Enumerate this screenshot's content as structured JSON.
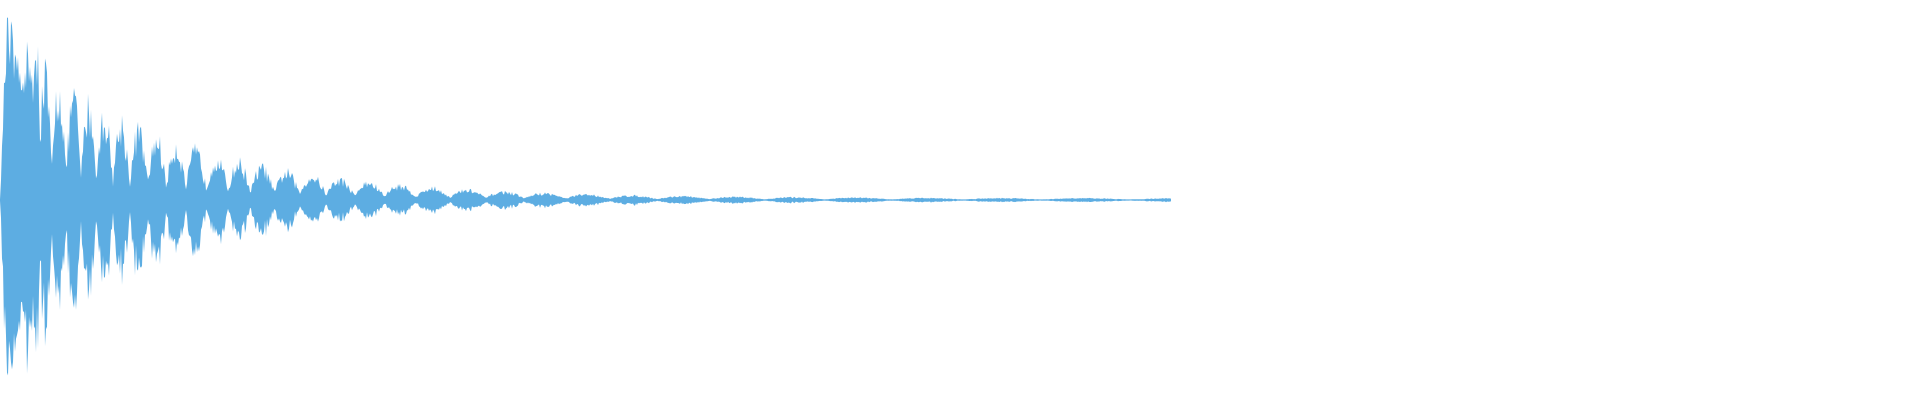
{
  "waveform": {
    "color": "#5DADE2",
    "background": "#FFFFFF",
    "icon": "audio-waveform-icon",
    "duration_fraction_with_signal": 0.61,
    "peak_amplitude": 1.0,
    "decay": "exponential"
  }
}
